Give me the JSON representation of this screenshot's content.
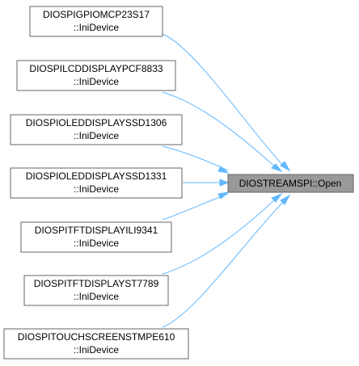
{
  "diagram": {
    "target": {
      "label": "DIOSTREAMSPI::Open"
    },
    "callers": [
      {
        "line1": "DIOSPIGPIOMCP23S17",
        "line2": "::IniDevice"
      },
      {
        "line1": "DIOSPILCDDISPLAYPCF8833",
        "line2": "::IniDevice"
      },
      {
        "line1": "DIOSPIOLEDDISPLAYSSD1306",
        "line2": "::IniDevice"
      },
      {
        "line1": "DIOSPIOLEDDISPLAYSSD1331",
        "line2": "::IniDevice"
      },
      {
        "line1": "DIOSPITFTDISPLAYILI9341",
        "line2": "::IniDevice"
      },
      {
        "line1": "DIOSPITFTDISPLAYST7789",
        "line2": "::IniDevice"
      },
      {
        "line1": "DIOSPITOUCHSCREENSTMPE610",
        "line2": "::IniDevice"
      }
    ],
    "colors": {
      "edge": "#63b8ff",
      "target_fill": "#999999",
      "node_border": "#666666"
    }
  }
}
